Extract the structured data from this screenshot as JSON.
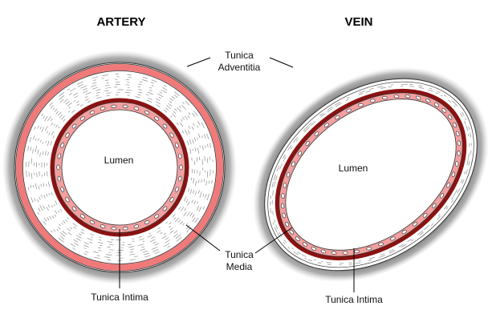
{
  "titles": {
    "artery": "ARTERY",
    "vein": "VEIN"
  },
  "labels": {
    "adventitia_line1": "Tunica",
    "adventitia_line2": "Adventitia",
    "media_line1": "Tunica",
    "media_line2": "Media",
    "artery_intima": "Tunica Intima",
    "vein_intima": "Tunica Intima",
    "artery_lumen": "Lumen",
    "vein_lumen": "Lumen"
  },
  "colors": {
    "adventitia": "#8a8a8a",
    "media_fill": "#ffffff",
    "media_hatch": "#8f8f8f",
    "elastic_pink": "#f07a7a",
    "intima_dark_red": "#8b1212",
    "endothelium_pink": "#f2a0a0",
    "outline": "#222222"
  }
}
